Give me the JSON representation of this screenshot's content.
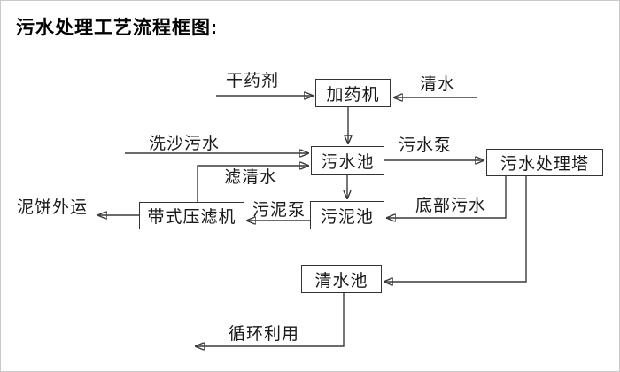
{
  "title": "污水处理工艺流程框图:",
  "colors": {
    "background": "#ffffff",
    "line": "#3a3a3a",
    "text": "#1a1a1a"
  },
  "nodes": {
    "dosing_machine": "加药机",
    "sewage_pool": "污水池",
    "treatment_tower": "污水处理塔",
    "sludge_pool": "污泥池",
    "belt_filter_press": "带式压滤机",
    "clean_water_pool": "清水池"
  },
  "labels": {
    "dry_chemical": "干药剂",
    "clean_water": "清水",
    "sand_washing_sewage": "洗沙污水",
    "sewage_pump": "污水泵",
    "filtered_water": "滤清水",
    "sludge_pump": "污泥泵",
    "bottom_sewage": "底部污水",
    "mud_cake_out": "泥饼外运",
    "recycle_use": "循环利用"
  },
  "edges": [
    {
      "from": "干药剂",
      "to": "加药机",
      "label": ""
    },
    {
      "from": "清水",
      "to": "加药机",
      "label": ""
    },
    {
      "from": "加药机",
      "to": "污水池",
      "label": ""
    },
    {
      "from": "洗沙污水",
      "to": "污水池",
      "label": ""
    },
    {
      "from": "带式压滤机",
      "to": "污水池",
      "label": "滤清水"
    },
    {
      "from": "污水池",
      "to": "污水处理塔",
      "label": "污水泵"
    },
    {
      "from": "污水池",
      "to": "污泥池",
      "label": ""
    },
    {
      "from": "污水处理塔",
      "to": "污泥池",
      "label": "底部污水"
    },
    {
      "from": "污泥池",
      "to": "带式压滤机",
      "label": "污泥泵"
    },
    {
      "from": "带式压滤机",
      "to": "泥饼外运",
      "label": ""
    },
    {
      "from": "污水处理塔",
      "to": "清水池",
      "label": ""
    },
    {
      "from": "清水池",
      "to": "循环利用",
      "label": ""
    }
  ]
}
